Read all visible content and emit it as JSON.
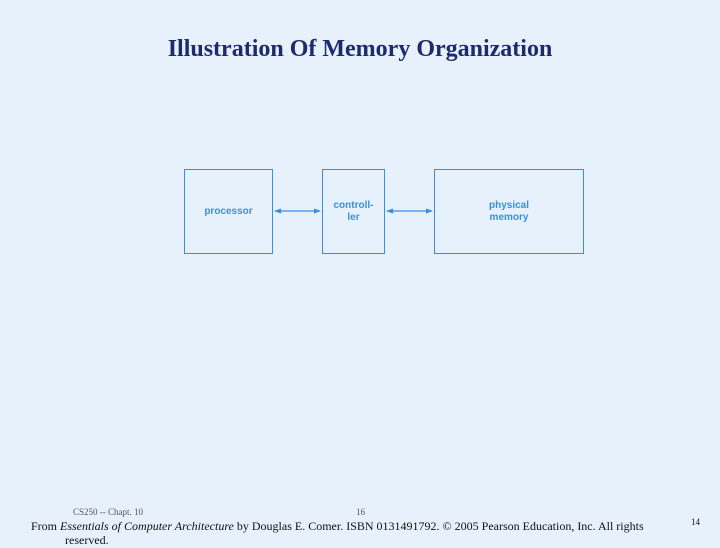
{
  "title": "Illustration Of Memory Organization",
  "diagram": {
    "boxes": {
      "processor": "processor",
      "controller_line1": "controll-",
      "controller_line2": "ler",
      "memory_line1": "physical",
      "memory_line2": "memory"
    },
    "color": "#3a8fdc"
  },
  "footer": {
    "course": "CS250 -- Chapt. 10",
    "original_page": "16",
    "prefix": "From ",
    "book": "Essentials of Computer Architecture",
    "suffix": " by Douglas E. Comer. ISBN 0131491792. © 2005 Pearson Education, Inc. All rights",
    "continuation": "reserved.",
    "page_number": "14"
  }
}
